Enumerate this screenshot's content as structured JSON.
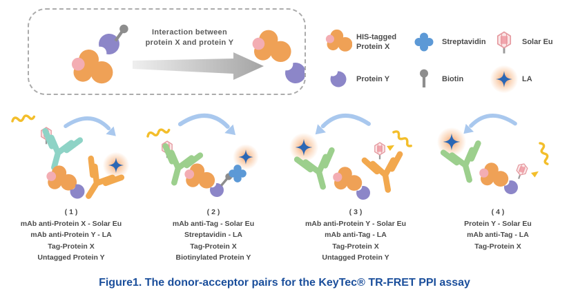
{
  "figure": {
    "caption": "Figure1. The donor-acceptor pairs for the KeyTec® TR-FRET PPI assay"
  },
  "overview": {
    "arrow_label_line1": "Interaction between",
    "arrow_label_line2": "protein X and protein Y"
  },
  "legend": {
    "items": [
      {
        "label": "HIS-tagged Protein X",
        "icon": "protein-x-icon"
      },
      {
        "label": "Streptavidin",
        "icon": "streptavidin-icon"
      },
      {
        "label": "Solar Eu",
        "icon": "solar-eu-icon"
      },
      {
        "label": "Protein Y",
        "icon": "protein-y-icon"
      },
      {
        "label": "Biotin",
        "icon": "biotin-icon"
      },
      {
        "label": "LA",
        "icon": "la-icon"
      }
    ]
  },
  "panels": [
    {
      "number": "( 1 )",
      "lines": [
        "mAb anti-Protein X - Solar Eu",
        "mAb anti-Protein Y - LA",
        "Tag-Protein X",
        "Untagged Protein Y"
      ]
    },
    {
      "number": "( 2 )",
      "lines": [
        "mAb anti-Tag - Solar Eu",
        "Streptavidin - LA",
        "Tag-Protein X",
        "Biotinylated Protein Y"
      ]
    },
    {
      "number": "( 3 )",
      "lines": [
        "mAb anti-Protein Y - Solar Eu",
        "mAb anti-Tag - LA",
        "Tag-Protein X",
        "Untagged Protein Y"
      ]
    },
    {
      "number": "( 4 )",
      "lines": [
        "Protein Y - Solar Eu",
        "mAb anti-Tag - LA",
        "Tag-Protein X"
      ]
    }
  ],
  "colors": {
    "protein_x_orange": "#EFA156",
    "protein_x_patch_pink": "#F3ADB3",
    "protein_y_purple": "#8C86C8",
    "antibody_teal": "#8ED3C6",
    "antibody_green": "#9CCF8D",
    "antibody_orange": "#F2A84E",
    "streptavidin_blue": "#5C99D6",
    "la_star_blue": "#2B67B5",
    "la_glow_orange": "#F08A4E",
    "solar_eu_pink": "#E59AA0",
    "biotin_gray": "#8D8D8D",
    "excitation_yellow": "#F3BE2B",
    "fret_arrow_blue": "#A9C8EE",
    "overview_arrow_gray": "#A8A8A8",
    "caption_blue": "#1A4E9B"
  }
}
